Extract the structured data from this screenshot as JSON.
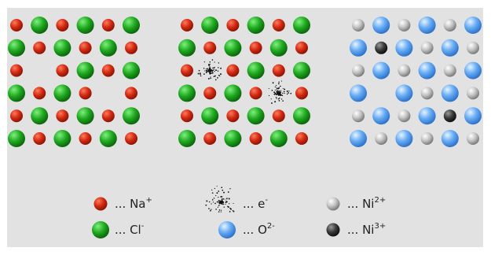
{
  "colors": {
    "background": "#e2e2e2",
    "na": "#cc2a14",
    "cl": "#1fa81f",
    "o": "#5ea4f0",
    "ni2": "#bdbdbd",
    "ni3": "#3a3a3a",
    "electron": "#111111"
  },
  "legend": {
    "na": {
      "text": "... Na",
      "sup": "+"
    },
    "cl": {
      "text": "... Cl",
      "sup": "-"
    },
    "e": {
      "text": "... e",
      "sup": "-"
    },
    "o": {
      "text": "... O",
      "sup": "2-"
    },
    "ni2": {
      "text": "... Ni",
      "sup": "2+"
    },
    "ni3": {
      "text": "... Ni",
      "sup": "3+"
    }
  },
  "lattices": [
    {
      "name": "nacl-lattice",
      "rows": [
        "N C N C N C",
        "C N C N C N",
        "N _ N C N C",
        "C N C N _ N",
        "N C N C N C",
        "C N C N C N"
      ]
    },
    {
      "name": "nacl-f-center-lattice",
      "rows": [
        "N C N C N C",
        "C N C N C N",
        "N E N C N C",
        "C N C N E N",
        "N C N C N C",
        "C N C N C N"
      ]
    },
    {
      "name": "nio-lattice",
      "rows": [
        "G O G O G O",
        "O D O G O G",
        "G O G O G O",
        "O _ O G O G",
        "G O G O D O",
        "O G O G O G"
      ]
    }
  ]
}
